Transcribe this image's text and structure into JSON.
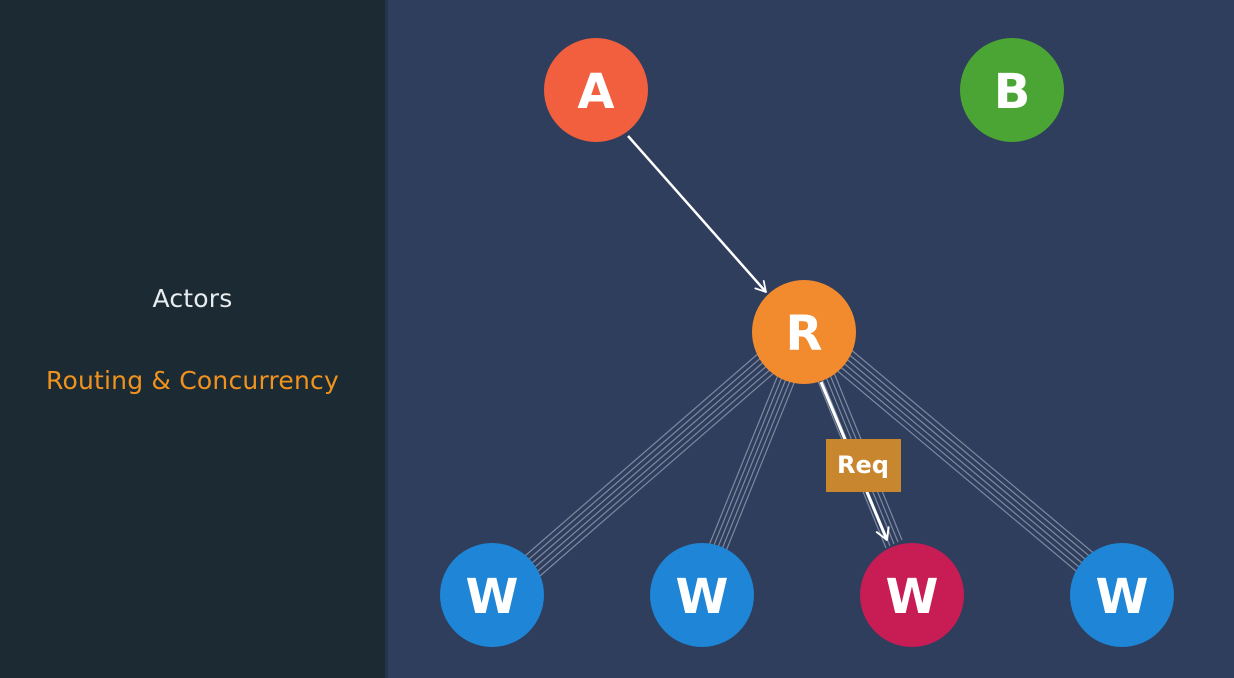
{
  "sidebar": {
    "items": [
      {
        "label": "Actors",
        "color": "#e9edf0"
      },
      {
        "label": "Routing & Concurrency",
        "color": "#f0931e"
      }
    ]
  },
  "diagram": {
    "nodes": {
      "a": {
        "label": "A",
        "color": "#f15f3f"
      },
      "b": {
        "label": "B",
        "color": "#4aa534"
      },
      "r": {
        "label": "R",
        "color": "#f28a2e"
      },
      "w1": {
        "label": "W",
        "color": "#1f85d6"
      },
      "w2": {
        "label": "W",
        "color": "#1f85d6"
      },
      "w3": {
        "label": "W",
        "color": "#c81c55"
      },
      "w4": {
        "label": "W",
        "color": "#1f85d6"
      }
    },
    "message": {
      "label": "Req",
      "color": "#c8872e"
    },
    "background": "#2e3e5c"
  }
}
